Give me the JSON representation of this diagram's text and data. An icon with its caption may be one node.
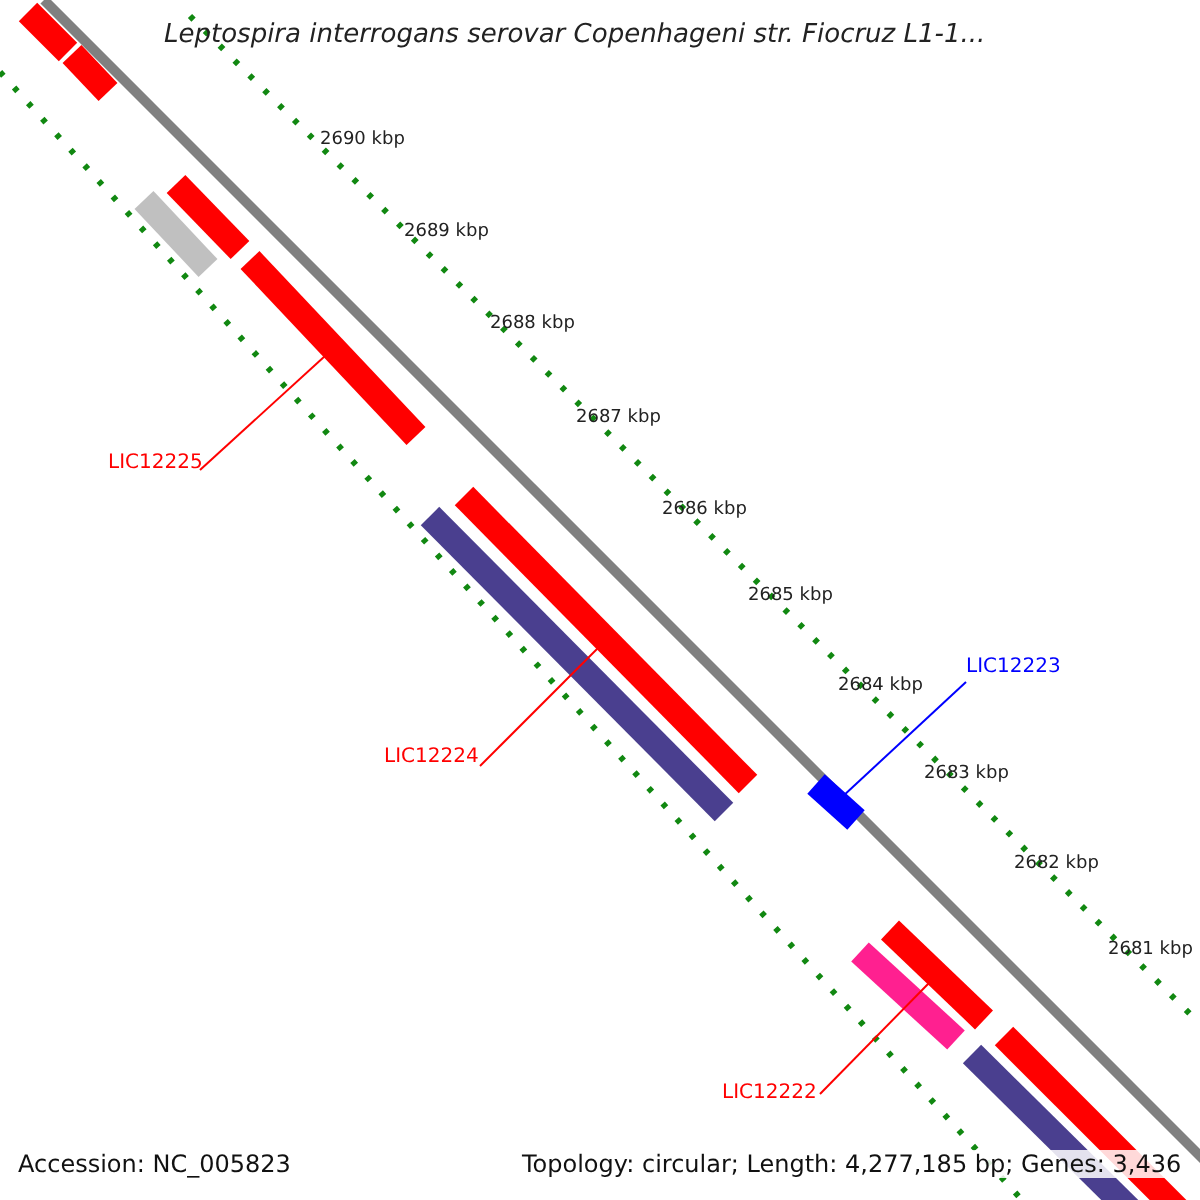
{
  "diagram": {
    "title": "Leptospira interrogans serovar Copenhageni str. Fiocruz L1-1...",
    "nodes": [
      {
        "text": [
          "LIC12225"
        ]
      },
      {
        "text": [
          "LIC12224"
        ]
      },
      {
        "text": [
          "LIC12223"
        ]
      },
      {
        "text": [
          "LIC12222"
        ]
      },
      {
        "text": [],
        "shape": "bar"
      },
      {
        "text": [],
        "shape": "bar"
      },
      {
        "text": [],
        "shape": "bar"
      },
      {
        "text": [],
        "shape": "bar"
      }
    ],
    "edges": [
      {
        "from": 0,
        "to": 4,
        "arrow": "none"
      },
      {
        "from": 1,
        "to": 5,
        "arrow": "none"
      },
      {
        "from": 2,
        "to": 6,
        "arrow": "none",
        "color": "#0000ff"
      },
      {
        "from": 3,
        "to": 7,
        "arrow": "none"
      }
    ],
    "labels": [
      "2690 kbp",
      "2689 kbp",
      "2688 kbp",
      "2687 kbp",
      "2686 kbp",
      "2685 kbp",
      "2684 kbp",
      "2683 kbp",
      "2682 kbp",
      "2681 kbp",
      "Accession: NC_005823",
      "Topology: circular; Length: 4,277,185 bp; Genes: 3,436"
    ]
  }
}
